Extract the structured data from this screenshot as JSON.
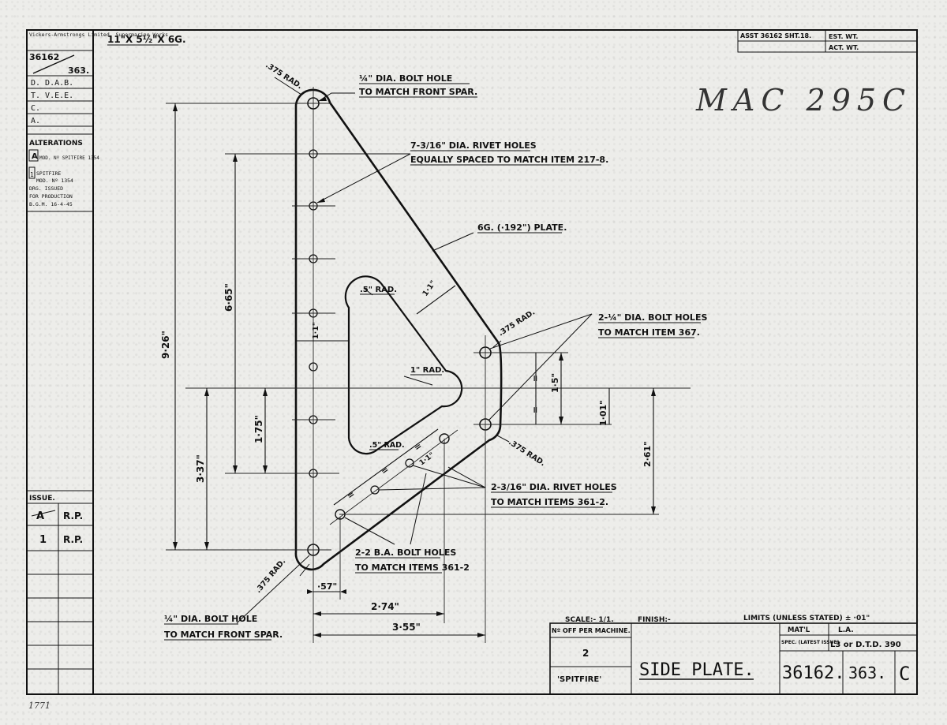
{
  "left_block": {
    "company": "Vickers-Armstrongs Limited, Supermarine Works",
    "drawing_no": "36162",
    "item_no": "363.",
    "approvals": [
      "D. D.A.B.",
      "T. V.E.E.",
      "C.",
      "A."
    ],
    "alterations_heading": "ALTERATIONS",
    "alteration_a": "MOD. Nº SPITFIRE 1354",
    "alteration_a_letter": "A",
    "alteration_1_num": "1",
    "alteration_1": [
      "SPITFIRE",
      "MOD. Nº 1354",
      "DRG. ISSUED",
      "FOR PRODUCTION",
      "B.G.M. 16-4-45"
    ],
    "issue_heading": "ISSUE.",
    "issues": [
      {
        "mark": "A",
        "by": "R.P."
      },
      {
        "mark": "1",
        "by": "R.P."
      }
    ]
  },
  "top": {
    "stock_size": "11\"X 5½\"X 6G.",
    "assy_ref": "ASST 36162 SHT.18.",
    "est_wt": "EST. WT.",
    "act_wt": "ACT. WT.",
    "handwritten": "MAC 295C"
  },
  "annotations": {
    "top_bolt_hole": [
      "¼\" DIA. BOLT HOLE",
      "TO MATCH FRONT SPAR."
    ],
    "top_rad": ".375 RAD.",
    "rivet_holes_7": [
      "7-3/16\" DIA. RIVET HOLES",
      "EQUALLY SPACED TO MATCH ITEM 217-8."
    ],
    "plate": "6G. (·192\") PLATE.",
    "cutout_rad_top": ".5\" RAD.",
    "width_1_1_diag": "1·1\"",
    "width_1_1_vert": "1·1\"",
    "rad_375_right": ".375 RAD.",
    "bolt_holes_2": [
      "2-¼\" DIA. BOLT HOLES",
      "TO MATCH ITEM 367."
    ],
    "rad_1": "1\" RAD.",
    "cutout_rad_bottom": ".5\" RAD.",
    "rad_375_lower_right": ".375 RAD.",
    "rivet_holes_2": [
      "2-3/16\" DIA. RIVET HOLES",
      "TO MATCH ITEMS 361-2."
    ],
    "ba_bolt_holes": [
      "2-2 B.A. BOLT HOLES",
      "TO MATCH ITEMS 361-2"
    ],
    "rad_375_bottom": ".375 RAD.",
    "bottom_bolt_hole": [
      "¼\" DIA. BOLT HOLE",
      "TO MATCH FRONT SPAR."
    ],
    "equal_mark": "="
  },
  "dimensions": {
    "d_9_26": "9·26\"",
    "d_6_65": "6·65\"",
    "d_3_37": "3·37\"",
    "d_1_75": "1·75\"",
    "d_1_5": "1·5\"",
    "d_1_01": "1·01\"",
    "d_2_61": "2·61\"",
    "d_0_57": "·57\"",
    "d_2_74": "2·74\"",
    "d_3_55": "3·55\"",
    "d_1_1_small": "1·1\""
  },
  "title_block": {
    "scale": "SCALE:- 1/1.",
    "finish": "FINISH:-",
    "limits": "LIMITS (UNLESS STATED) ± ·01\"",
    "no_off_label": "Nº OFF PER MACHINE.",
    "no_off_value": "2",
    "aircraft": "'SPITFIRE'",
    "title": "SIDE PLATE.",
    "mat_label": "MAT'L",
    "mat_value": "L.A.",
    "spec_label": "SPEC. (LATEST ISSUE)",
    "spec_value": "L3 or D.T.D. 390",
    "drawing_no": "36162.",
    "item_no": "363.",
    "issue_letter": "C"
  },
  "corner_note": "1771"
}
